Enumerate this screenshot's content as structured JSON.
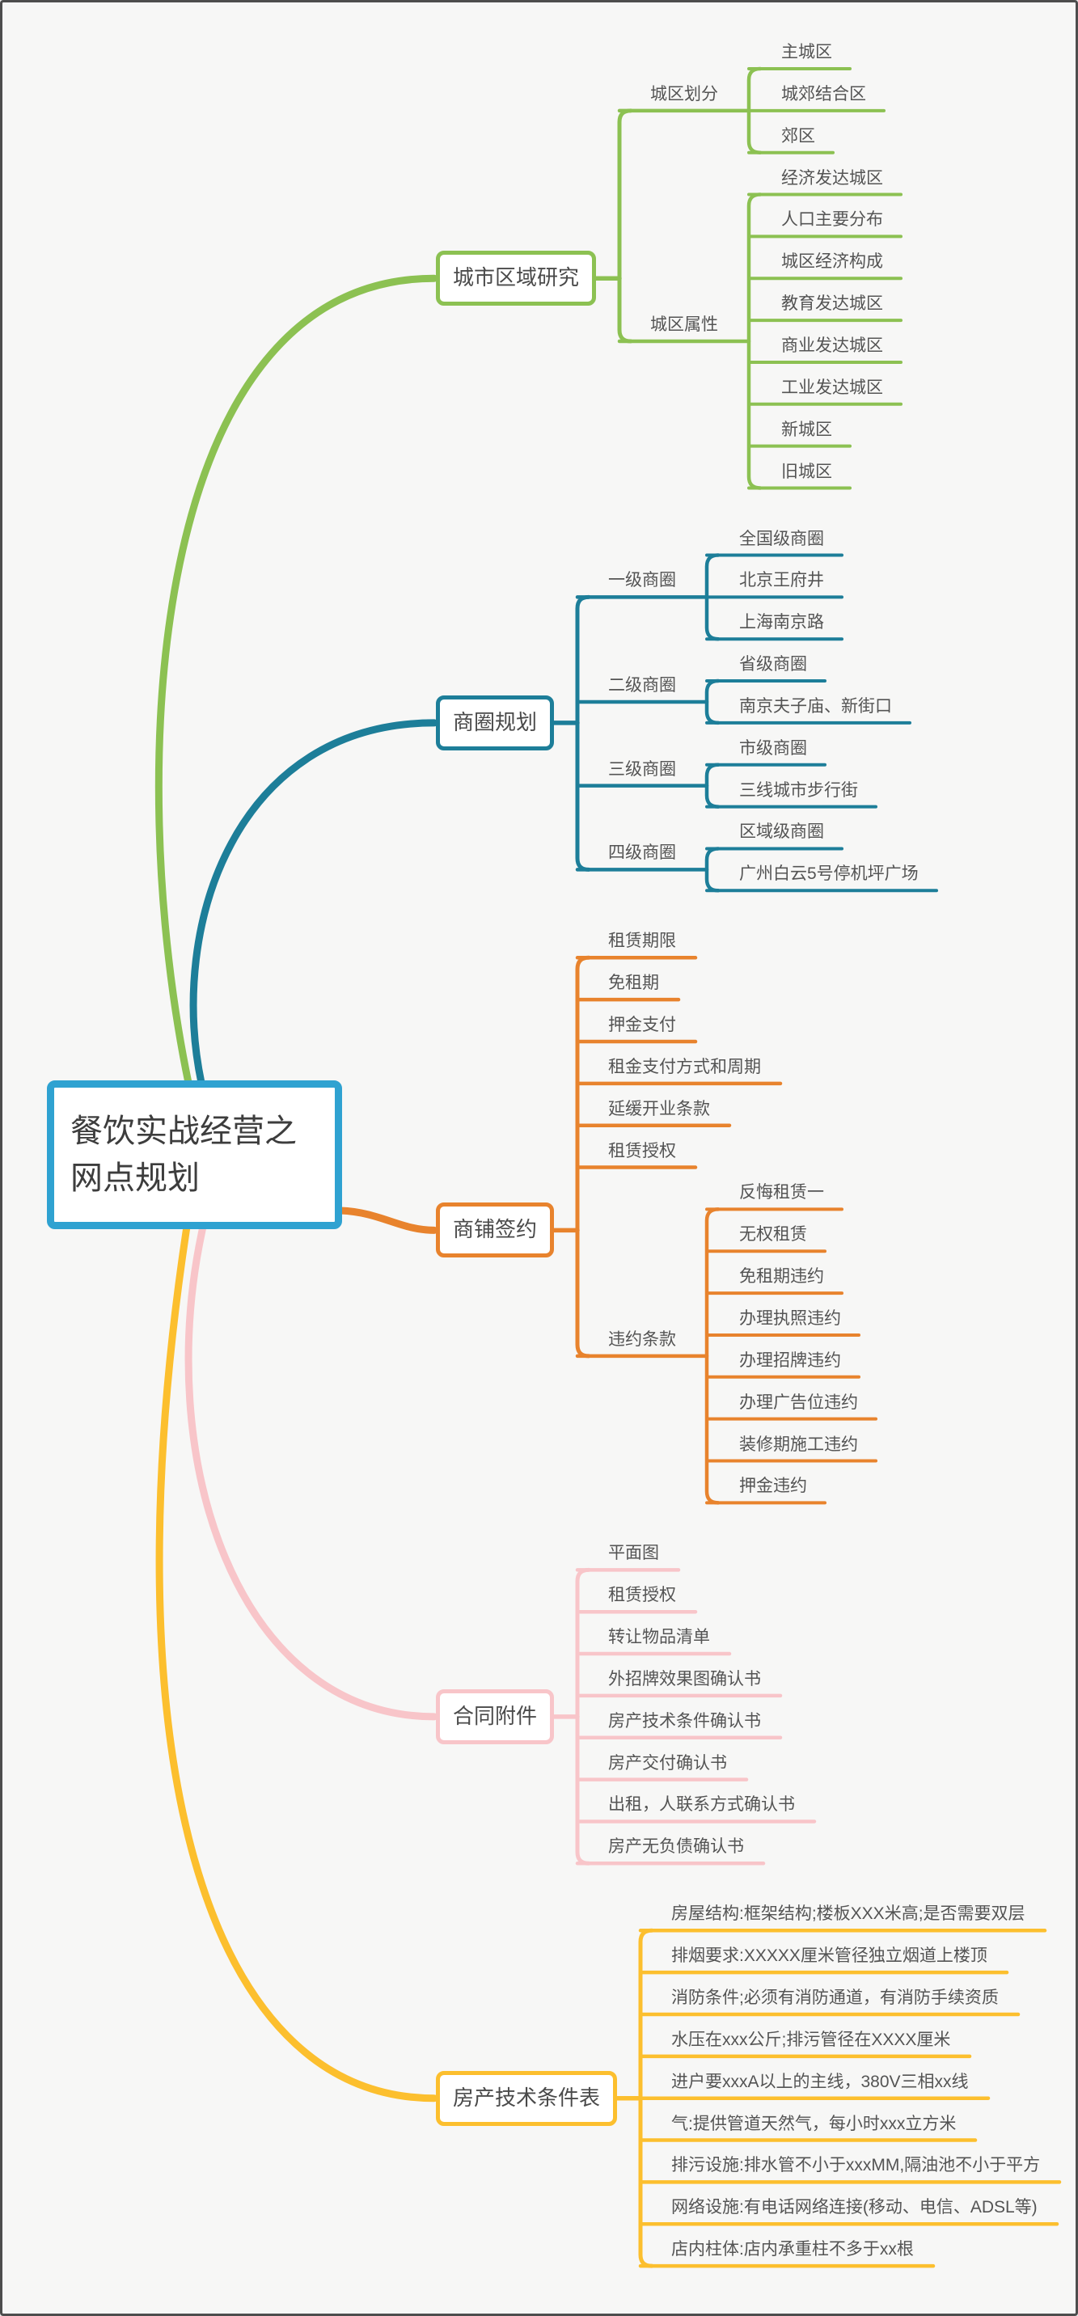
{
  "root": {
    "title": "餐饮实战经营之网点规划",
    "color": "#2FA2D1"
  },
  "branches": [
    {
      "label": "城市区域研究",
      "color": "#8CC152",
      "children": [
        {
          "label": "城区划分",
          "children": [
            {
              "label": "主城区"
            },
            {
              "label": "城郊结合区"
            },
            {
              "label": "郊区"
            }
          ]
        },
        {
          "label": "城区属性",
          "children": [
            {
              "label": "经济发达城区"
            },
            {
              "label": "人口主要分布"
            },
            {
              "label": "城区经济构成"
            },
            {
              "label": "教育发达城区"
            },
            {
              "label": "商业发达城区"
            },
            {
              "label": "工业发达城区"
            },
            {
              "label": "新城区"
            },
            {
              "label": "旧城区"
            }
          ]
        }
      ]
    },
    {
      "label": "商圈规划",
      "color": "#1D7E99",
      "children": [
        {
          "label": "一级商圈",
          "children": [
            {
              "label": "全国级商圈"
            },
            {
              "label": "北京王府井"
            },
            {
              "label": "上海南京路"
            }
          ]
        },
        {
          "label": "二级商圈",
          "children": [
            {
              "label": "省级商圈"
            },
            {
              "label": "南京夫子庙、新街口"
            }
          ]
        },
        {
          "label": "三级商圈",
          "children": [
            {
              "label": "市级商圈"
            },
            {
              "label": "三线城市步行街"
            }
          ]
        },
        {
          "label": "四级商圈",
          "children": [
            {
              "label": "区域级商圈"
            },
            {
              "label": "广州白云5号停机坪广场"
            }
          ]
        }
      ]
    },
    {
      "label": "商铺签约",
      "color": "#E8832D",
      "children": [
        {
          "label": "租赁期限"
        },
        {
          "label": "免租期"
        },
        {
          "label": "押金支付"
        },
        {
          "label": "租金支付方式和周期"
        },
        {
          "label": "延缓开业条款"
        },
        {
          "label": "租赁授权"
        },
        {
          "label": "违约条款",
          "children": [
            {
              "label": "反悔租赁一"
            },
            {
              "label": "无权租赁"
            },
            {
              "label": "免租期违约"
            },
            {
              "label": "办理执照违约"
            },
            {
              "label": "办理招牌违约"
            },
            {
              "label": "办理广告位违约"
            },
            {
              "label": "装修期施工违约"
            },
            {
              "label": "押金违约"
            }
          ]
        }
      ]
    },
    {
      "label": "合同附件",
      "color": "#F8C5C9",
      "children": [
        {
          "label": "平面图"
        },
        {
          "label": "租赁授权"
        },
        {
          "label": "转让物品清单"
        },
        {
          "label": "外招牌效果图确认书"
        },
        {
          "label": "房产技术条件确认书"
        },
        {
          "label": "房产交付确认书"
        },
        {
          "label": "出租，人联系方式确认书"
        },
        {
          "label": "房产无负债确认书"
        }
      ]
    },
    {
      "label": "房产技术条件表",
      "color": "#FCBF2E",
      "children": [
        {
          "label": "房屋结构:框架结构;楼板XXX米高;是否需要双层"
        },
        {
          "label": "排烟要求:XXXXX厘米管径独立烟道上楼顶"
        },
        {
          "label": "消防条件;必须有消防通道，有消防手续资质"
        },
        {
          "label": "水压在xxx公斤;排污管径在XXXX厘米"
        },
        {
          "label": "进户要xxxA以上的主线，380V三相xx线"
        },
        {
          "label": "气:提供管道天然气，每小时xxx立方米"
        },
        {
          "label": "排污设施:排水管不小于xxxMM,隔油池不小于平方"
        },
        {
          "label": "网络设施:有电话网络连接(移动、电信、ADSL等)"
        },
        {
          "label": "店内柱体:店内承重柱不多于xx根"
        }
      ]
    }
  ]
}
